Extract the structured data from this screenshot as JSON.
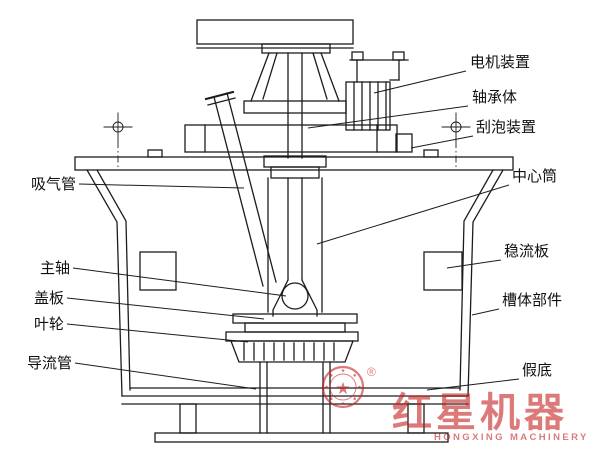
{
  "diagram": {
    "subject": "flotation-machine-cutaway-diagram",
    "line_color": "#1c1c1c",
    "background_color": "#ffffff"
  },
  "labels": {
    "left": [
      {
        "text": "吸气管"
      },
      {
        "text": "主轴"
      },
      {
        "text": "盖板"
      },
      {
        "text": "叶轮"
      },
      {
        "text": "导流管"
      }
    ],
    "right": [
      {
        "text": "电机装置"
      },
      {
        "text": "轴承体"
      },
      {
        "text": "刮泡装置"
      },
      {
        "text": "中心筒"
      },
      {
        "text": "稳流板"
      },
      {
        "text": "槽体部件"
      },
      {
        "text": "假底"
      }
    ]
  },
  "watermark": {
    "brand": "红星机器",
    "brand_en": "HONGXING MACHINERY",
    "registered_mark": "®",
    "star_icon": "★",
    "color": "#c52222"
  }
}
